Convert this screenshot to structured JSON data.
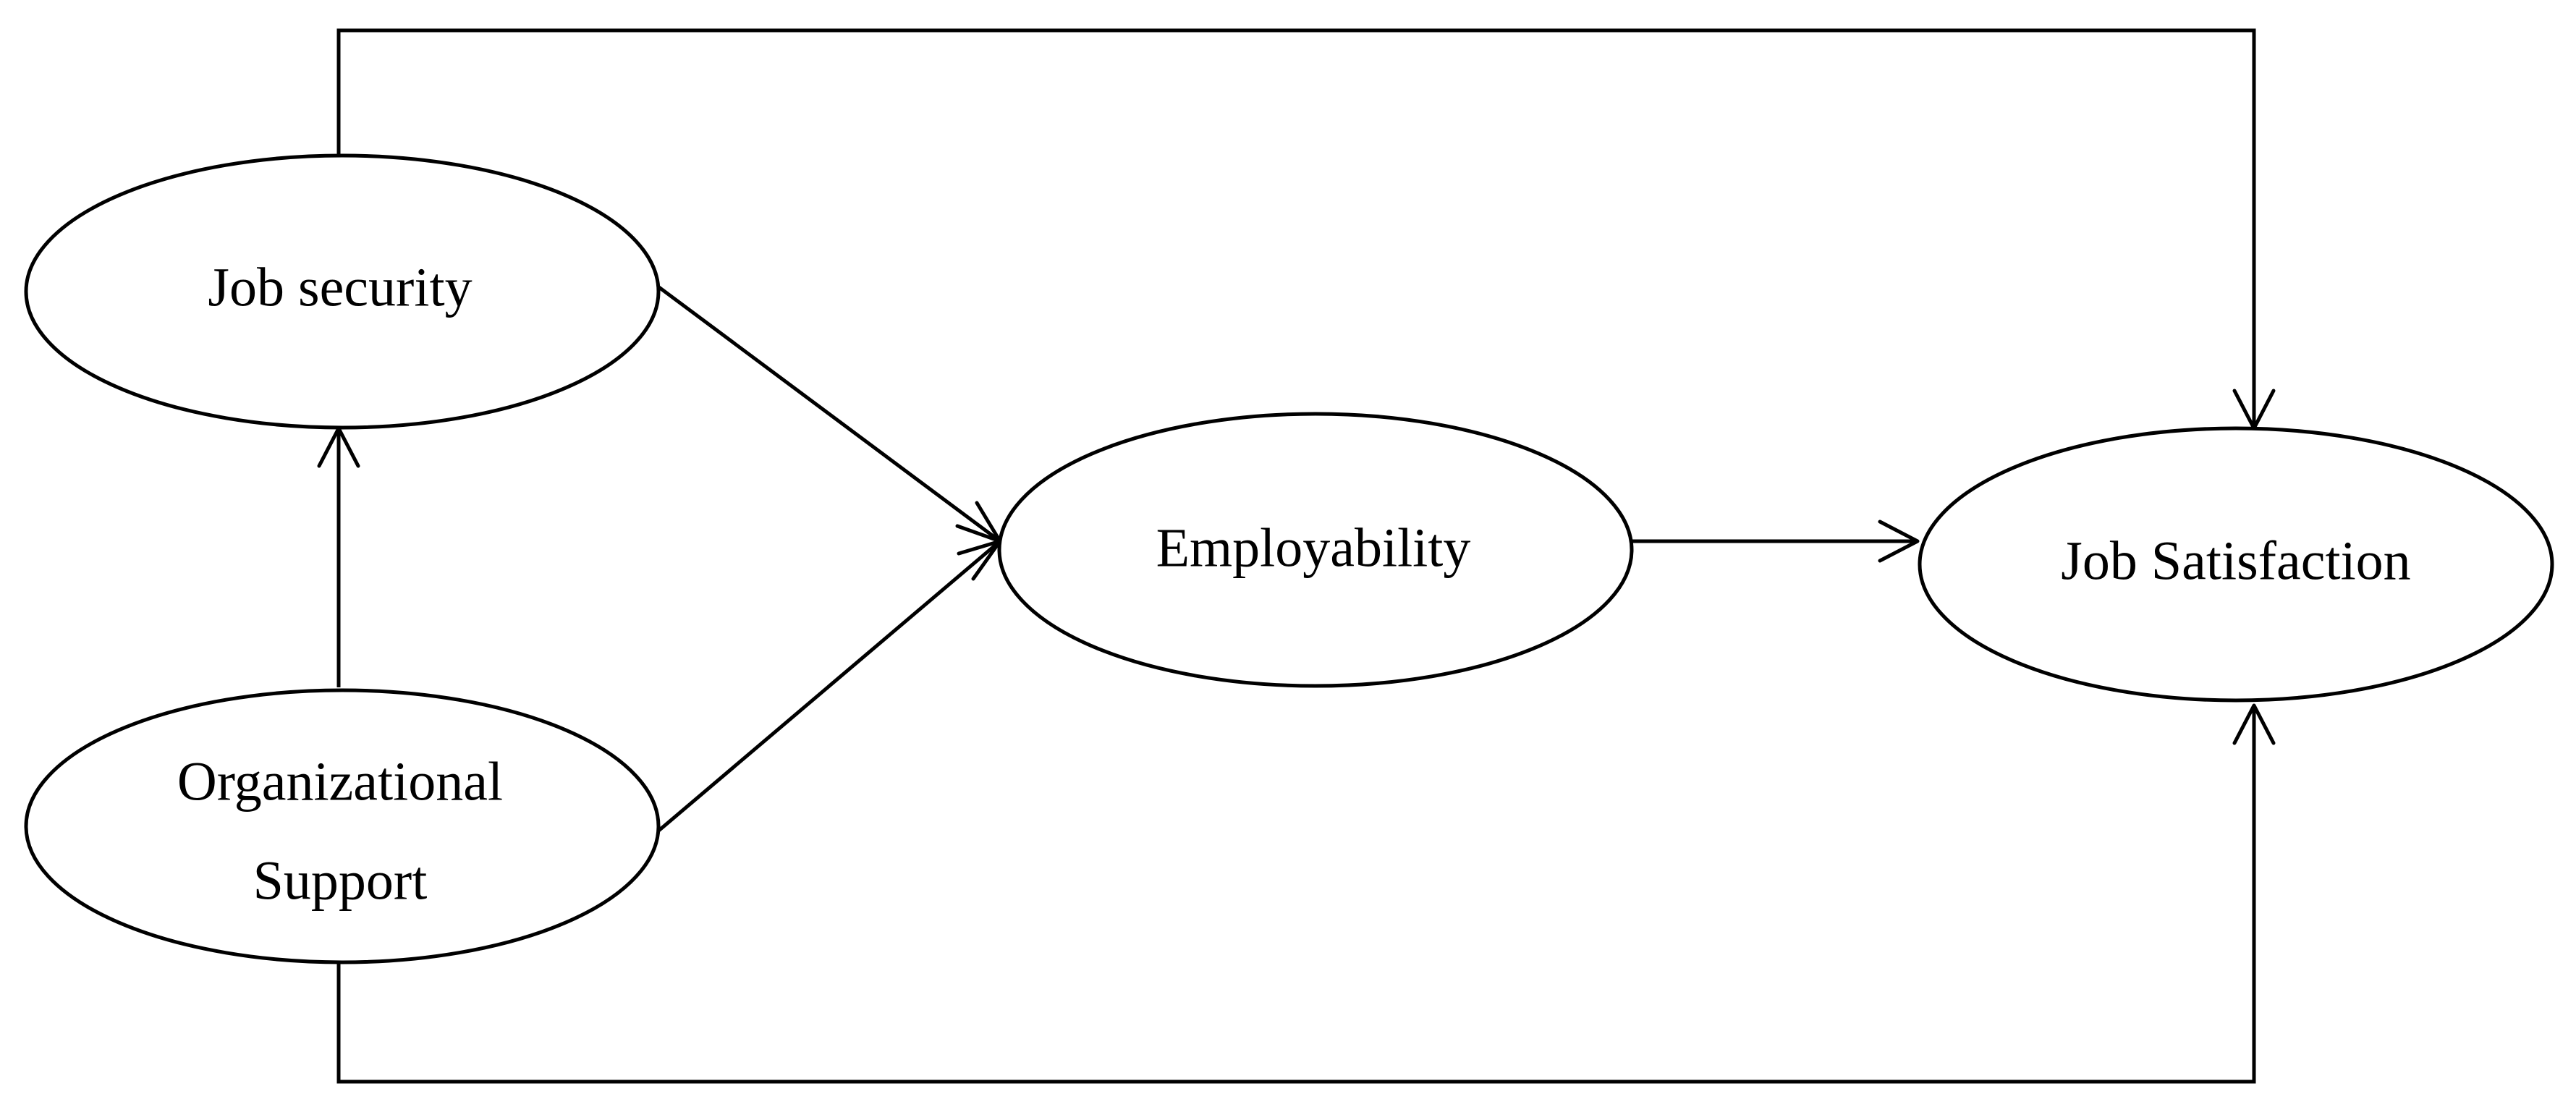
{
  "nodes": {
    "job_security": {
      "label": "Job security"
    },
    "organizational_support": {
      "label_line1": "Organizational",
      "label_line2": "Support"
    },
    "employability": {
      "label": "Employability"
    },
    "job_satisfaction": {
      "label": "Job Satisfaction"
    }
  },
  "edges": [
    {
      "from": "organizational_support",
      "to": "job_security"
    },
    {
      "from": "job_security",
      "to": "employability"
    },
    {
      "from": "organizational_support",
      "to": "employability"
    },
    {
      "from": "employability",
      "to": "job_satisfaction"
    },
    {
      "from": "job_security",
      "to": "job_satisfaction"
    },
    {
      "from": "organizational_support",
      "to": "job_satisfaction"
    }
  ],
  "colors": {
    "stroke": "#000000",
    "background": "#ffffff"
  }
}
